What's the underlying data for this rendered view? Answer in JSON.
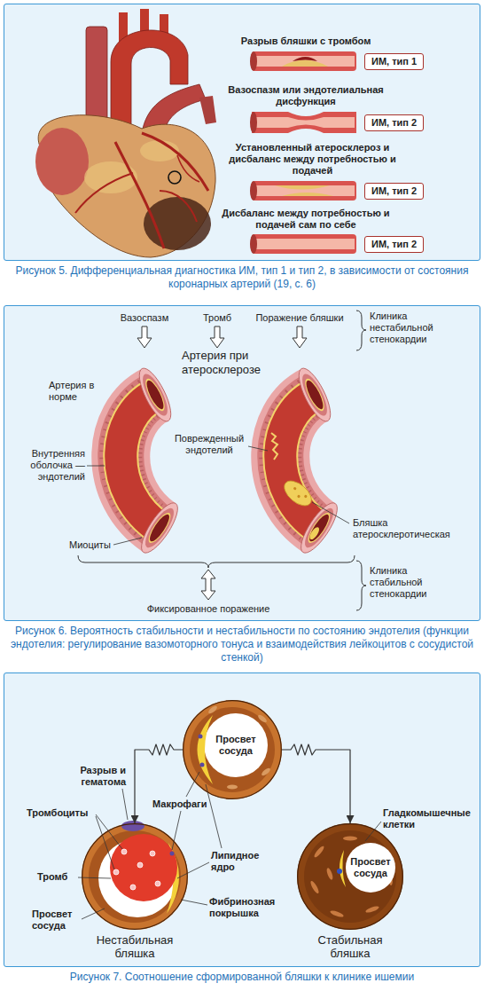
{
  "diagram": {
    "nodes": [
      {
        "text": [
          "Рисунок 5. Дифференциальная диагностика ИМ, тип 1 и тип 2, в зависимости от состояния коронарных артерий (19, с. 6)"
        ]
      },
      {
        "text": [
          "ИМ, тип 1"
        ],
        "in": 0
      },
      {
        "text": [
          "ИМ, тип 2"
        ],
        "in": 0
      },
      {
        "text": [
          "ИМ, тип 2"
        ],
        "in": 0
      },
      {
        "text": [
          "ИМ, тип 2"
        ],
        "in": 0
      },
      {
        "text": [
          "Рисунок 6. Вероятность стабильности и нестабильности по состоянию эндотелия (функции эндотелия: регулирование вазомоторного тонуса и взаимодействия лейкоцитов с сосудистой стенкой)"
        ]
      },
      {
        "text": [
          "Рисунок 7. Соотношение сформированной бляшки к клинике ишемии"
        ]
      },
      {
        "text": [
          "Просвет сосуда"
        ],
        "in": 6
      },
      {
        "text": [
          "Нестабильная бляшка"
        ],
        "in": 6
      },
      {
        "text": [
          "Просвет сосуда",
          "Стабильная бляшка"
        ],
        "in": 6
      }
    ],
    "edges": [
      {
        "from": 7,
        "to": 8,
        "arrow": "to"
      },
      {
        "from": 7,
        "to": 9,
        "arrow": "to"
      }
    ],
    "labels": [
      "Разрыв бляшки с тромбом",
      "Вазоспазм или эндотелиальная дисфункция",
      "Установленный атеросклероз и дисбаланс между потребностью и подачей",
      "Дисбаланс между потребностью и подачей сам по себе",
      "Вазоспазм",
      "Тромб",
      "Поражение бляшки",
      "Клиника нестабильной стенокардии",
      "Артерия при атеросклерозе",
      "Артерия в норме",
      "Внутренняя оболочка — эндотелий",
      "Поврежденный эндотелий",
      "Бляшка атеросклеротическая",
      "Миоциты",
      "Клиника стабильной стенокардии",
      "Фиксированное поражение",
      "Разрыв и гематома",
      "Тромбоциты",
      "Макрофаги",
      "Тромб",
      "Просвет сосуда",
      "Липидное ядро",
      "Фибринозная покрышка",
      "Гладкомышечные клетки"
    ]
  }
}
